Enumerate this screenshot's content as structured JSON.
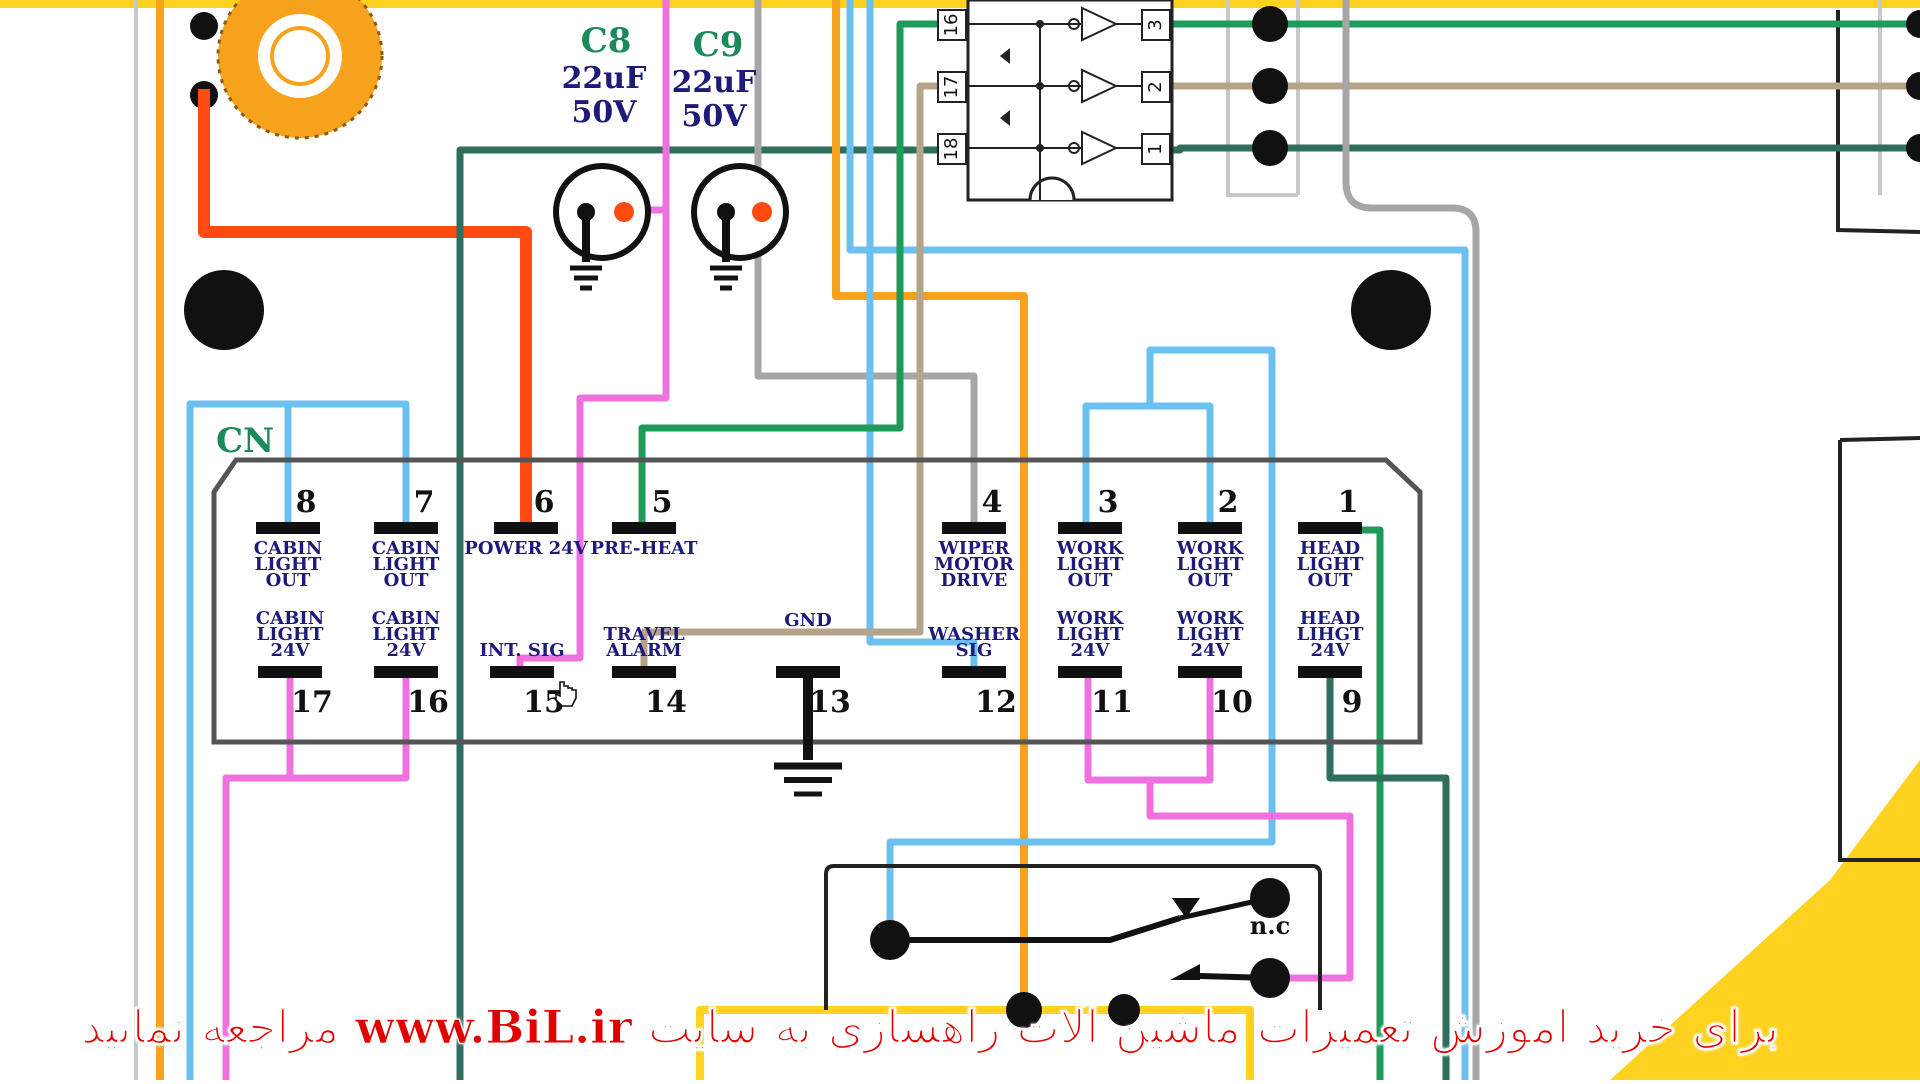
{
  "diagram": {
    "connector_title": "CN",
    "capacitors": [
      {
        "name": "C8",
        "value": "22uF",
        "voltage": "50V"
      },
      {
        "name": "C9",
        "value": "22uF",
        "voltage": "50V"
      }
    ],
    "ic_pins": [
      "16",
      "17",
      "18",
      "3",
      "2",
      "1"
    ],
    "pins_top": [
      {
        "num": "8",
        "label": [
          "CABIN",
          "LIGHT",
          "OUT"
        ]
      },
      {
        "num": "7",
        "label": [
          "CABIN",
          "LIGHT",
          "OUT"
        ]
      },
      {
        "num": "6",
        "label": [
          "POWER 24V"
        ]
      },
      {
        "num": "5",
        "label": [
          "PRE-HEAT"
        ]
      },
      {
        "num": "4",
        "label": [
          "WIPER",
          "MOTOR",
          "DRIVE"
        ]
      },
      {
        "num": "3",
        "label": [
          "WORK",
          "LIGHT",
          "OUT"
        ]
      },
      {
        "num": "2",
        "label": [
          "WORK",
          "LIGHT",
          "OUT"
        ]
      },
      {
        "num": "1",
        "label": [
          "HEAD",
          "LIGHT",
          "OUT"
        ]
      }
    ],
    "pins_bottom": [
      {
        "num": "17",
        "label": [
          "CABIN",
          "LIGHT",
          "24V"
        ]
      },
      {
        "num": "16",
        "label": [
          "CABIN",
          "LIGHT",
          "24V"
        ]
      },
      {
        "num": "15",
        "label": [
          "INT. SIG"
        ]
      },
      {
        "num": "14",
        "label": [
          "TRAVEL",
          "ALARM"
        ]
      },
      {
        "num": "13",
        "label": [
          "GND"
        ]
      },
      {
        "num": "12",
        "label": [
          "WASHER",
          "SIG"
        ]
      },
      {
        "num": "11",
        "label": [
          "WORK",
          "LIGHT",
          "24V"
        ]
      },
      {
        "num": "10",
        "label": [
          "WORK",
          "LIGHT",
          "24V"
        ]
      },
      {
        "num": "9",
        "label": [
          "HEAD",
          "LIHGT",
          "24V"
        ]
      }
    ],
    "relay_contact_label": "n.c",
    "wire_colors": {
      "blue": "#6cc0f0",
      "pink": "#f070e0",
      "red": "#ff4a12",
      "green": "#1e9a5a",
      "teal": "#2f6e5c",
      "orange": "#f7a21c",
      "gray": "#a6a6a6",
      "tan": "#b4a48a",
      "yellow": "#ffd21f"
    }
  },
  "banner": {
    "text": "برای خرید آموزش تعمیرات ماشین آلات راهسازی به سایت www.BiL.ir مراجعه نمائید"
  }
}
